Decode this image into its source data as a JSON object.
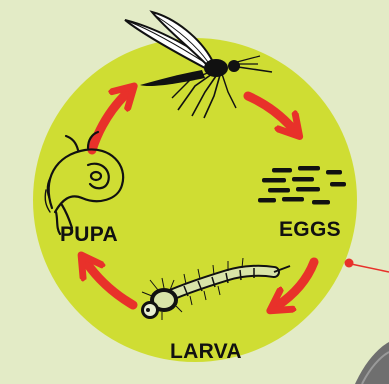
{
  "diagram": {
    "stages": [
      {
        "id": "eggs",
        "label": "EGGS"
      },
      {
        "id": "larva",
        "label": "LARVA"
      },
      {
        "id": "pupa",
        "label": "PUPA"
      },
      {
        "id": "adult",
        "label": ""
      }
    ]
  },
  "colors": {
    "background": "#e3ebc6",
    "circle": "#cfdd33",
    "arrow": "#e8312a",
    "ink": "#111111"
  },
  "icons": [
    "mosquito-icon",
    "eggs-icon",
    "larva-icon",
    "pupa-icon",
    "pointer-dot-icon"
  ]
}
